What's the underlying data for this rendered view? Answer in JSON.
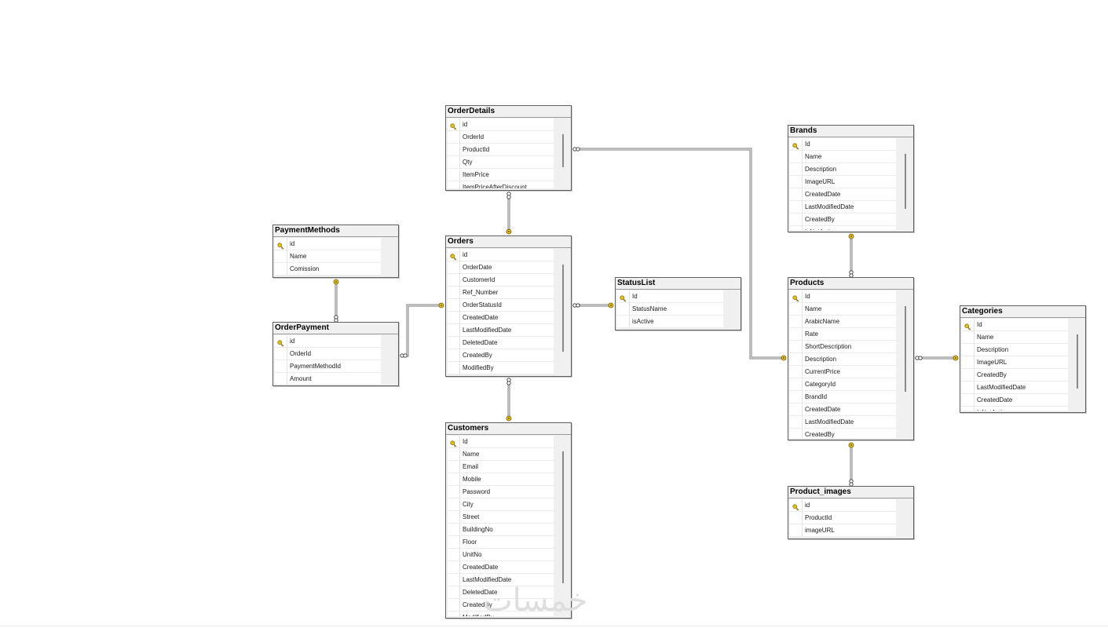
{
  "diagram": {
    "tables": [
      {
        "id": "OrderDetails",
        "title": "OrderDetails",
        "columns": [
          {
            "name": "id",
            "pk": true
          },
          {
            "name": "OrderId"
          },
          {
            "name": "ProductId"
          },
          {
            "name": "Qty"
          },
          {
            "name": "ItemPrice"
          },
          {
            "name": "ItemPriceAfterDiscount"
          }
        ]
      },
      {
        "id": "PaymentMethods",
        "title": "PaymentMethods",
        "columns": [
          {
            "name": "id",
            "pk": true
          },
          {
            "name": "Name"
          },
          {
            "name": "Comission"
          }
        ]
      },
      {
        "id": "Orders",
        "title": "Orders",
        "columns": [
          {
            "name": "id",
            "pk": true
          },
          {
            "name": "OrderDate"
          },
          {
            "name": "CustomerId"
          },
          {
            "name": "Ref_Number"
          },
          {
            "name": "OrderStatusId"
          },
          {
            "name": "CreatedDate"
          },
          {
            "name": "LastModifiedDate"
          },
          {
            "name": "DeletedDate"
          },
          {
            "name": "CreatedBy"
          },
          {
            "name": "ModifiedBy"
          }
        ]
      },
      {
        "id": "StatusList",
        "title": "StatusList",
        "columns": [
          {
            "name": "Id",
            "pk": true
          },
          {
            "name": "StatusName"
          },
          {
            "name": "isActive"
          }
        ]
      },
      {
        "id": "OrderPayment",
        "title": "OrderPayment",
        "columns": [
          {
            "name": "id",
            "pk": true
          },
          {
            "name": "OrderId"
          },
          {
            "name": "PaymentMethodId"
          },
          {
            "name": "Amount"
          }
        ]
      },
      {
        "id": "Customers",
        "title": "Customers",
        "columns": [
          {
            "name": "Id",
            "pk": true
          },
          {
            "name": "Name"
          },
          {
            "name": "Email"
          },
          {
            "name": "Mobile"
          },
          {
            "name": "Password"
          },
          {
            "name": "City"
          },
          {
            "name": "Street"
          },
          {
            "name": "BuildingNo"
          },
          {
            "name": "Floor"
          },
          {
            "name": "UnitNo"
          },
          {
            "name": "CreatedDate"
          },
          {
            "name": "LastModifiedDate"
          },
          {
            "name": "DeletedDate"
          },
          {
            "name": "CreatedBy"
          },
          {
            "name": "ModifiedBy"
          }
        ]
      },
      {
        "id": "Brands",
        "title": "Brands",
        "columns": [
          {
            "name": "Id",
            "pk": true
          },
          {
            "name": "Name"
          },
          {
            "name": "Description"
          },
          {
            "name": "ImageURL"
          },
          {
            "name": "CreatedDate"
          },
          {
            "name": "LastModifiedDate"
          },
          {
            "name": "CreatedBy"
          },
          {
            "name": "IsNotActive"
          }
        ]
      },
      {
        "id": "Products",
        "title": "Products",
        "columns": [
          {
            "name": "Id",
            "pk": true
          },
          {
            "name": "Name"
          },
          {
            "name": "ArabicName"
          },
          {
            "name": "Rate"
          },
          {
            "name": "ShortDescription"
          },
          {
            "name": "Description"
          },
          {
            "name": "CurrentPrice"
          },
          {
            "name": "CategoryId"
          },
          {
            "name": "BrandId"
          },
          {
            "name": "CreatedDate"
          },
          {
            "name": "LastModifiedDate"
          },
          {
            "name": "CreatedBy"
          }
        ]
      },
      {
        "id": "Categories",
        "title": "Categories",
        "columns": [
          {
            "name": "Id",
            "pk": true
          },
          {
            "name": "Name"
          },
          {
            "name": "Description"
          },
          {
            "name": "ImageURL"
          },
          {
            "name": "CreatedBy"
          },
          {
            "name": "LastModifiedDate"
          },
          {
            "name": "CreatedDate"
          },
          {
            "name": "IsNotActive"
          }
        ]
      },
      {
        "id": "Product_images",
        "title": "Product_images",
        "columns": [
          {
            "name": "id",
            "pk": true
          },
          {
            "name": "ProductId"
          },
          {
            "name": "imageURL"
          }
        ]
      }
    ],
    "relationships": [
      {
        "from": "OrderDetails",
        "to": "Orders"
      },
      {
        "from": "OrderDetails",
        "to": "Products"
      },
      {
        "from": "Orders",
        "to": "Customers"
      },
      {
        "from": "Orders",
        "to": "StatusList"
      },
      {
        "from": "OrderPayment",
        "to": "PaymentMethods"
      },
      {
        "from": "OrderPayment",
        "to": "Orders"
      },
      {
        "from": "Products",
        "to": "Brands"
      },
      {
        "from": "Products",
        "to": "Categories"
      },
      {
        "from": "Product_images",
        "to": "Products"
      }
    ]
  },
  "watermark": "خمسات",
  "colors": {
    "border": "#5f5f5f",
    "key": "#e8c41a",
    "link": "#7a7a7a"
  }
}
